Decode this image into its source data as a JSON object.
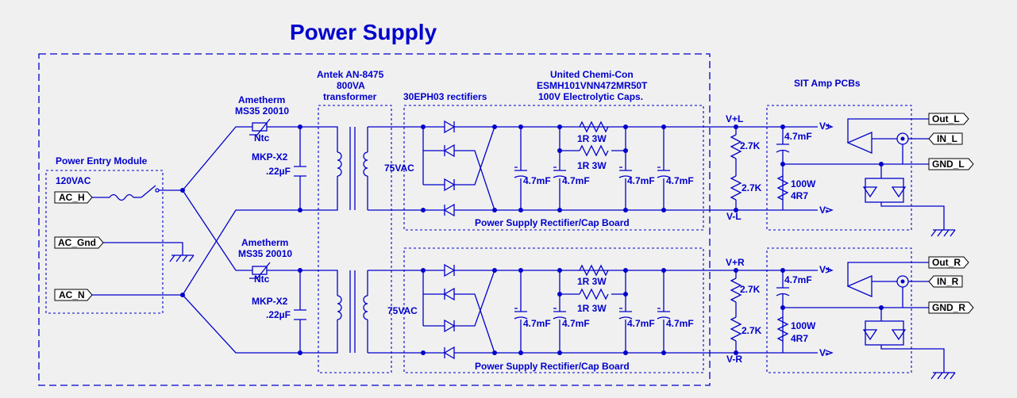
{
  "title": "Power Supply",
  "labels": {
    "pem_title": "Power Entry Module",
    "vac_in": "120VAC",
    "ametherm_a": "Ametherm",
    "ametherm_b": "MS35 20010",
    "ntc": "Ntc",
    "mkp": "MKP-X2",
    "cap_small": ".22µF",
    "antek_a": "Antek AN-8475",
    "antek_b": "800VA",
    "antek_c": "transformer",
    "rectifiers": "30EPH03 rectifiers",
    "chemicon_a": "United Chemi-Con",
    "chemicon_b": "ESMH101VNN472MR50T",
    "chemicon_c": "100V Electrolytic Caps.",
    "vac_out": "75VAC",
    "cap_big": "4.7mF",
    "r1r": "1R 3W",
    "board": "Power Supply Rectifier/Cap Board",
    "r27": "2.7K",
    "w100": "100W",
    "r4r7": "4R7",
    "sit": "SIT Amp PCBs",
    "vpl": "V+L",
    "vml": "V-L",
    "vpr": "V+R",
    "vmr": "V-R",
    "vplus": "V+",
    "vminus": "V-"
  },
  "ports": {
    "ac_h": "AC_H",
    "ac_gnd": "AC_Gnd",
    "ac_n": "AC_N",
    "out_l": "Out_L",
    "in_l": "IN_L",
    "gnd_l": "GND_L",
    "out_r": "Out_R",
    "in_r": "IN_R",
    "gnd_r": "GND_R"
  }
}
